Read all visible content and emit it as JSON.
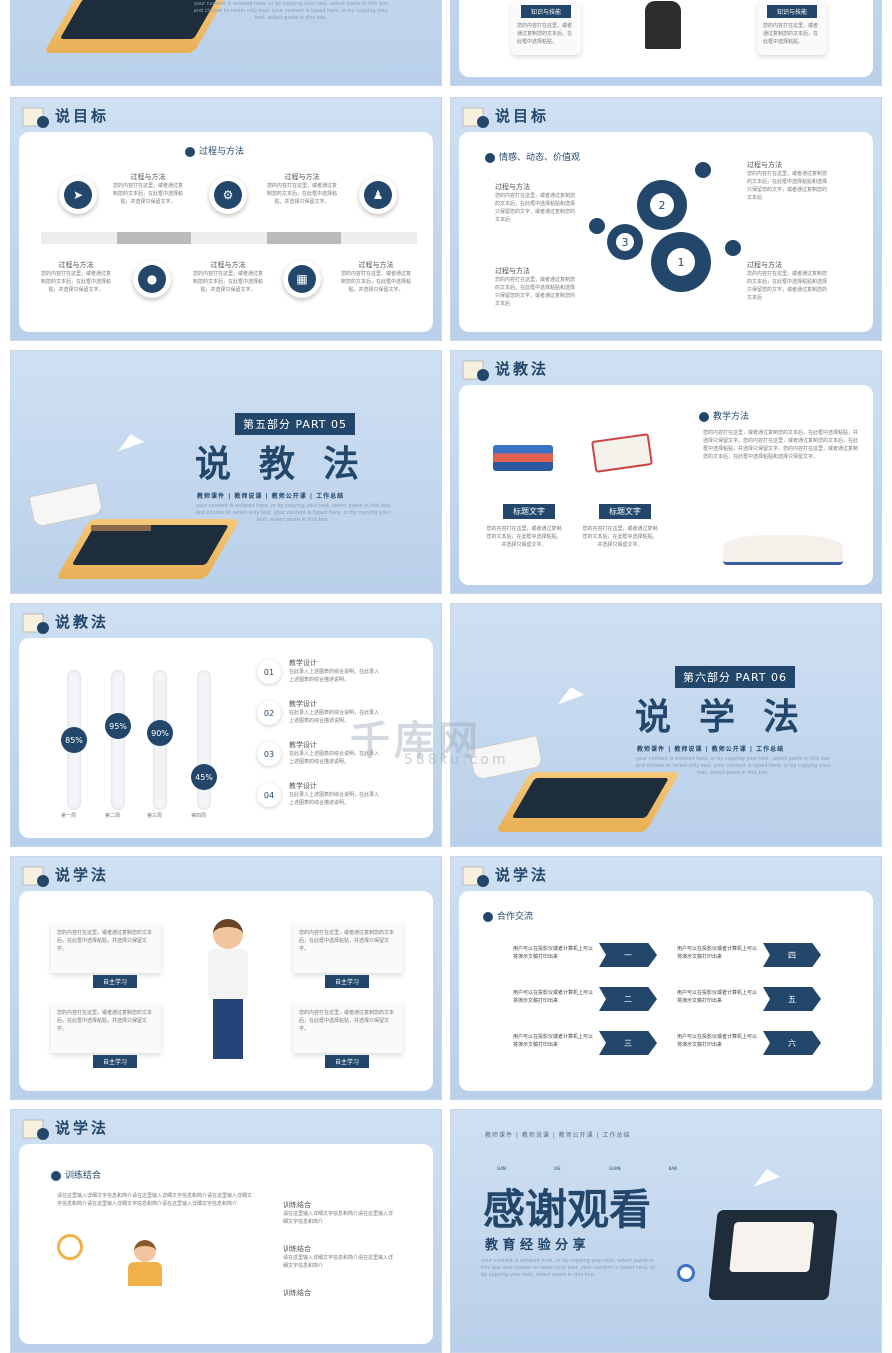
{
  "filler_en": "your content is entered here, or by copying your text, select paste in this box and choose to retain only text. your content is typed here, or by copying your text, select paste in this box.",
  "filler_cn": "您的内容打在这里，或者通过复制您的文本后，在此框中选择粘贴，并选择只保留文字。",
  "slide_top_right": {
    "box_left": "知识与技能",
    "box_right": "知识与技能",
    "box_text": "您的内容打在这里，或者通过复制您的文本后，在此框中选择粘贴。"
  },
  "s1": {
    "title": "说目标",
    "heading": "过程与方法",
    "items_top": [
      {
        "label": "过程与方法",
        "icon": "paper-plane-icon"
      },
      {
        "label": "过程与方法",
        "icon": "gear-icon"
      }
    ],
    "items_bottom": [
      {
        "label": "过程与方法"
      },
      {
        "label": "过程与方法"
      },
      {
        "label": "过程与方法"
      }
    ],
    "item_text": "您的内容打在这里，或者通过复制您的文本后，在此框中选择粘贴，并选择只保留文字。"
  },
  "s2": {
    "title": "说目标",
    "heading": "情感、动态、价值观",
    "labels": [
      "过程与方法",
      "过程与方法",
      "过程与方法",
      "过程与方法"
    ],
    "item_text": "您的内容打在这里，或者通过复制您的文本后，在此框中选择粘贴和选择只保留您的文字，或者通过复制您的文本后",
    "gears": [
      "2",
      "3",
      "1"
    ]
  },
  "s3": {
    "part": "第五部分  PART 05",
    "big": "说教法",
    "nav": "教师课件 |  教师说课 |  教师公开课  |  工作总结"
  },
  "s4": {
    "title": "说教法",
    "heading": "教学方法",
    "tag1": "标题文字",
    "tag2": "标题文字",
    "text": "您的内容打在这里，或者通过复制您的文本后，在此框中选择粘贴，并选择只保留文字。您的内容打在这里，或者通过复制您的文本后，在此框中选择粘贴，并选择只保留文字。您的内容打在这里，或者通过复制您的文本后，在此框中选择粘贴和选择只保留文字。"
  },
  "s5": {
    "title": "说教法",
    "bars": [
      {
        "pct": "85%",
        "value": 85,
        "label": "第一周"
      },
      {
        "pct": "95%",
        "value": 95,
        "label": "第二周"
      },
      {
        "pct": "90%",
        "value": 90,
        "label": "第三周"
      },
      {
        "pct": "45%",
        "value": 45,
        "label": "第四周"
      }
    ],
    "steps": [
      {
        "n": "01",
        "t": "教学设计"
      },
      {
        "n": "02",
        "t": "教学设计"
      },
      {
        "n": "03",
        "t": "教学设计"
      },
      {
        "n": "04",
        "t": "教学设计"
      }
    ],
    "step_text": "在此录入上述图表的综合说明，在此录入上述图表的综合描述说明。"
  },
  "s6": {
    "part": "第六部分  PART 06",
    "big": "说学法",
    "nav": "教师课件 |  教师说课 |  教师公开课  |  工作总结"
  },
  "s7": {
    "title": "说学法",
    "tag": "自主学习",
    "text": "您的内容打在这里，或者通过复制您的文本后，在此框中选择粘贴，并选择只保留文字。"
  },
  "s8": {
    "title": "说学法",
    "heading": "合作交流",
    "rows": [
      {
        "l": "一",
        "r": "四"
      },
      {
        "l": "二",
        "r": "五"
      },
      {
        "l": "三",
        "r": "六"
      }
    ],
    "row_text": "用户可以在投影仪或者计算机上可以将演示文稿打印出来"
  },
  "s9": {
    "title": "说学法",
    "heading": "训练结合",
    "para": "请在这里输入详细文字信息和简介请在这里输入详细文字信息和简介请在这里输入详细文字信息和简介请在这里输入详细文字信息和简介请在这里输入详细文字信息和简介",
    "items": [
      "训练结合",
      "训练结合",
      "训练结合"
    ],
    "item_text": "请在这里输入详细文字信息和简介请在这里输入详细文字信息和简介"
  },
  "s10": {
    "nav": "教师课件  |  教师说课  |  教师公开课  |  工作总结",
    "pinyin": [
      "GAN",
      "XIE",
      "GUAN",
      "KAN"
    ],
    "big": "感谢观看",
    "sub": "教 育 经 验 分 享"
  },
  "watermark": {
    "brand": "千库网",
    "url": "588ku.com"
  },
  "colors": {
    "primary": "#23476b",
    "bg": "#c9dcf0"
  }
}
